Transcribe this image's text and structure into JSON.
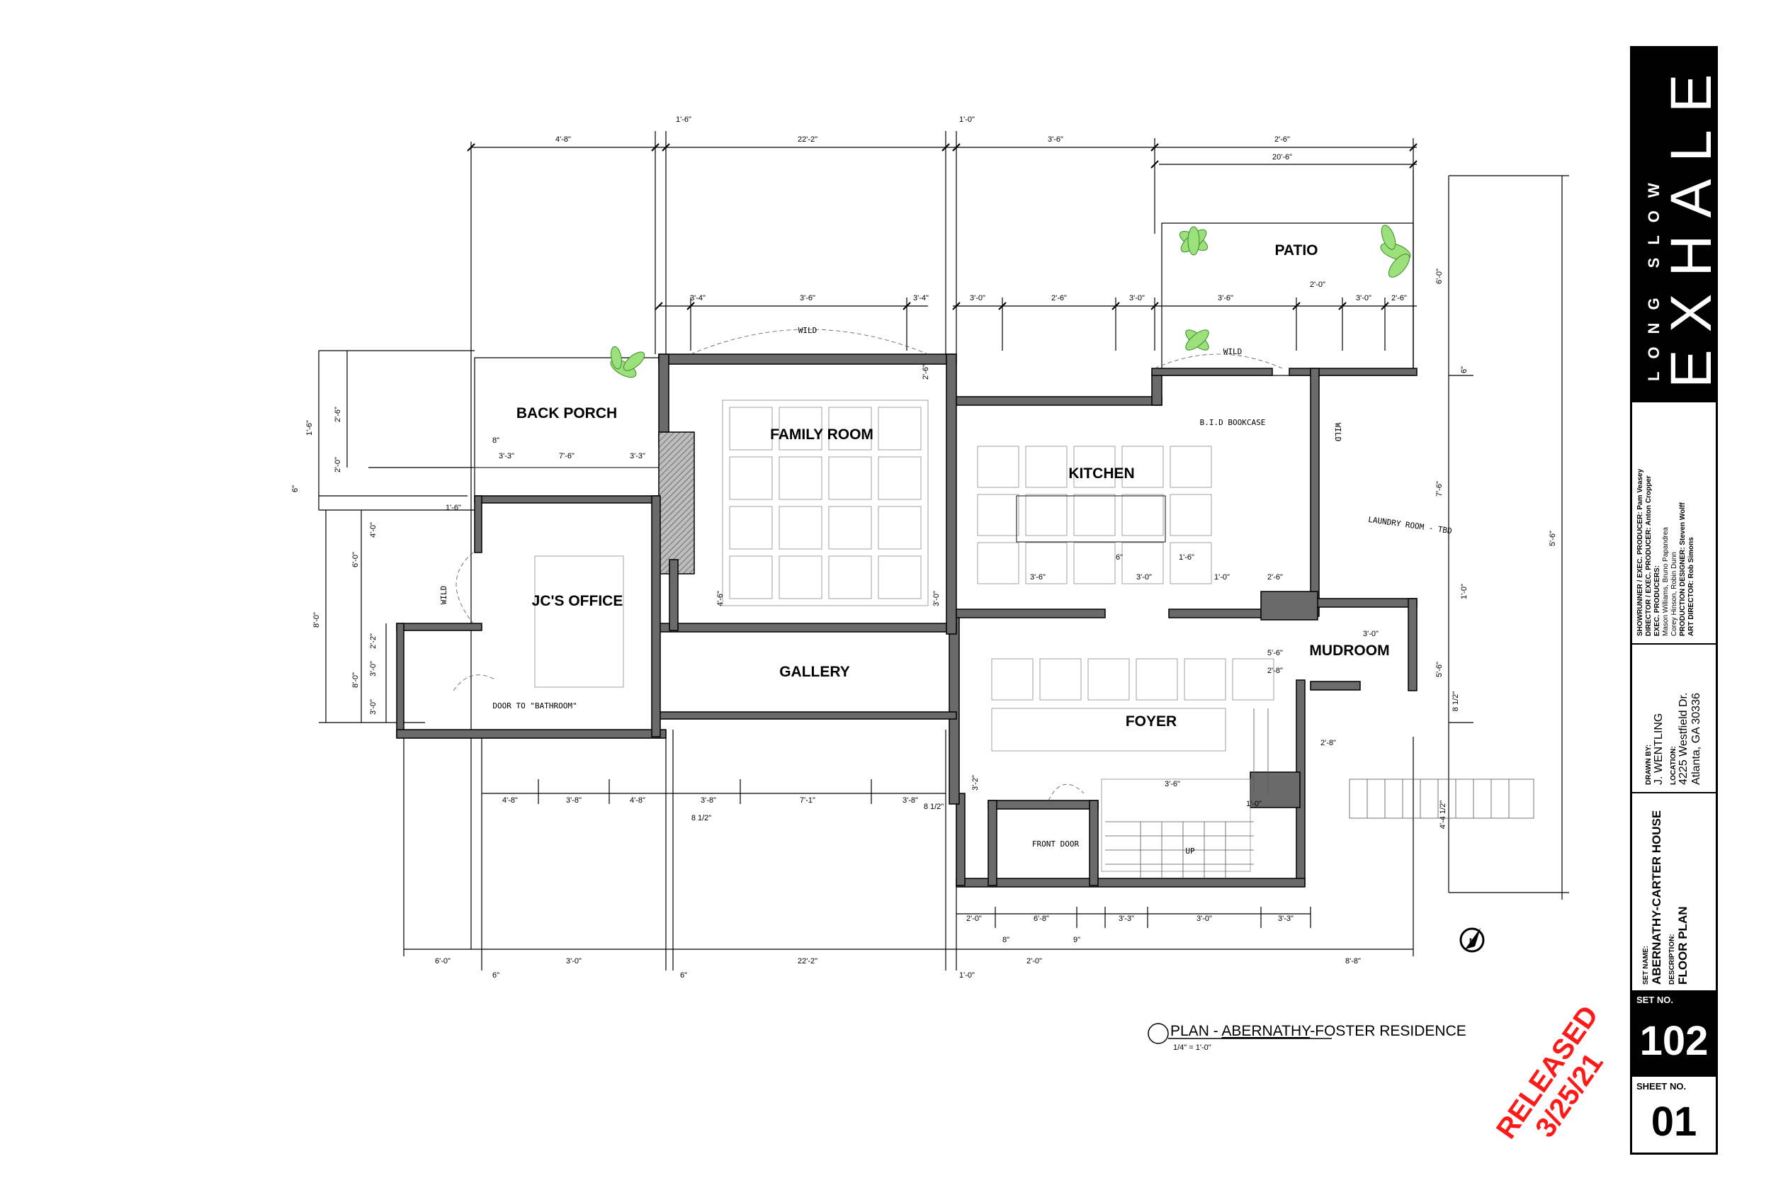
{
  "rooms": {
    "back_porch": "BACK PORCH",
    "family_room": "FAMILY ROOM",
    "kitchen": "KITCHEN",
    "patio": "PATIO",
    "jcs_office": "JC'S OFFICE",
    "gallery": "GALLERY",
    "foyer": "FOYER",
    "mudroom": "MUDROOM"
  },
  "notes": {
    "wild1": "WILD",
    "wild2": "WILD",
    "wild3": "WILD",
    "wild4": "WILD",
    "built_in_bookcase": "B.I.D BOOKCASE",
    "laundry_room": "LAUNDRY ROOM - TBD",
    "door_to_bathroom": "DOOR TO \"BATHROOM\"",
    "front_door": "FRONT DOOR",
    "up": "UP"
  },
  "dimensions": {
    "top": [
      "4'-8\"",
      "1'-6\"",
      "22'-2\"",
      "1'-0\"",
      "3'-6\"",
      "2'-6\"",
      "20'-6\""
    ],
    "row2": [
      "3'-4\"",
      "3'-6\"",
      "3'-4\"",
      "3'-0\"",
      "2'-6\"",
      "3'-0\"",
      "3'-6\"",
      "2'-0\"",
      "3'-0\"",
      "2'-6\""
    ],
    "porch": [
      "8\"",
      "3'-3\"",
      "7'-6\"",
      "3'-3\"",
      "1'-6\""
    ],
    "left": [
      "1'-6\"",
      "2'-6\"",
      "2'-0\"",
      "6\"",
      "4'-0\"",
      "6'-0\"",
      "8'-0\"",
      "2'-2\"",
      "3'-0\"",
      "8'-0\"",
      "3'-0\""
    ],
    "bottom1": [
      "4'-8\"",
      "3'-8\"",
      "4'-8\"",
      "3'-8\"",
      "7'-1\"",
      "3'-8\""
    ],
    "bottom2": [
      "2'-0\"",
      "6'-8\"",
      "3'-3\"",
      "3'-0\"",
      "3'-3\""
    ],
    "bottom3": [
      "6'-0\"",
      "6\"",
      "3'-0\"",
      "6\"",
      "22'-2\"",
      "1'-0\"",
      "2'-0\"",
      "8'-8\""
    ],
    "right": [
      "6'-0\"",
      "6\"",
      "7'-6\"",
      "5'-6\"",
      "1'-0\"",
      "8 1/2\"",
      "4'-4 1/2\"",
      "5'-6\""
    ],
    "interior": [
      "6\"",
      "1'-6\"",
      "3'-0\"",
      "1'-0\"",
      "2'-6\"",
      "3'-6\"",
      "5'-6\"",
      "2'-8\"",
      "3'-0\"",
      "2'-8\"",
      "3'-6\"",
      "1'-0\"",
      "8\"",
      "9\"",
      "8 1/2\"",
      "8 1/2\"",
      "2'-6\"",
      "4'-6\"",
      "3'-0\"",
      "3'-2\""
    ]
  },
  "plan_title": {
    "prefix": "PLAN - ",
    "name": "ABERNATHY",
    "suffix": "-FOSTER RESIDENCE",
    "scale": "1/4\" = 1'-0\""
  },
  "stamp": {
    "line1": "RELEASED",
    "line2": "3/25/21"
  },
  "title_block": {
    "brand_top": "LONG SLOW",
    "brand_main": "EXHALE",
    "credits": [
      "SHOWRUNNER / EXEC. PRODUCER: Pam Veasey",
      "DIRECTOR / EXEC. PRODUCER: Anton Cropper",
      "EXEC. PRODUCERS:",
      "Mason Williams, Bruno Papandrea",
      "Corey Hinson, Robin Dunn",
      "PRODUCTION DESIGNER: Steven Wolff",
      "ART DIRECTOR: Rob Simons"
    ],
    "drawn_by_label": "DRAWN BY:",
    "drawn_by": "J. WENTLING",
    "location_label": "LOCATION:",
    "location_1": "4225 Westfield Dr.",
    "location_2": "Atlanta, GA 30336",
    "set_name_label": "SET NAME:",
    "set_name": "ABERNATHY-CARTER HOUSE",
    "description_label": "DESCRIPTION:",
    "description": "FLOOR PLAN",
    "set_no_label": "SET NO.",
    "set_no": "102",
    "sheet_no_label": "SHEET NO.",
    "sheet_no": "01"
  },
  "colors": {
    "stamp": "#ff1a1a",
    "plant": "#9be07a",
    "wall": "#6a6a6a"
  }
}
